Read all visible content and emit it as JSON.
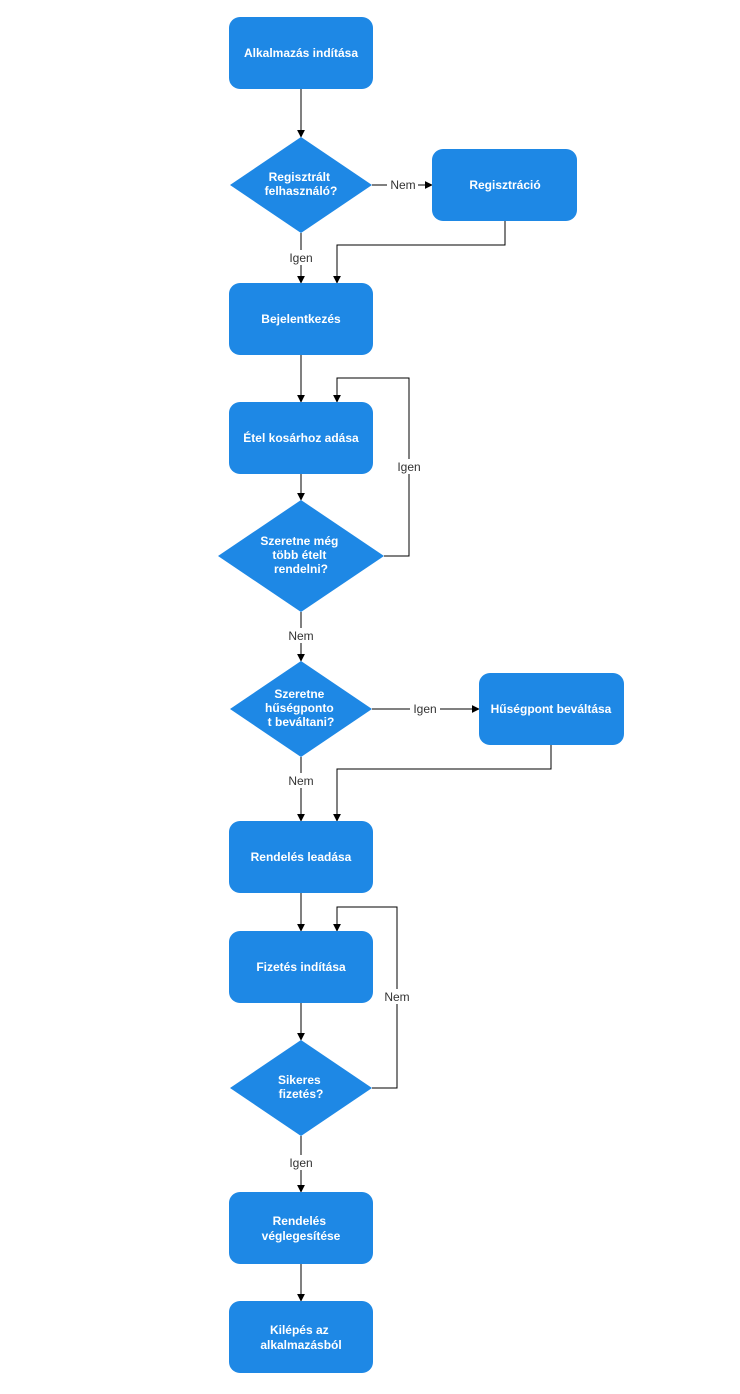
{
  "colors": {
    "node_fill": "#1E88E5",
    "edge": "#000000",
    "label_text": "#333333"
  },
  "nodes": {
    "start": "Alkalmazás indítása",
    "registered_q": [
      "Regisztrált",
      "felhasználó?"
    ],
    "registration": "Regisztráció",
    "login": "Bejelentkezés",
    "add_to_cart": "Étel kosárhoz adása",
    "more_food_q": [
      "Szeretne még",
      "több ételt",
      "rendelni?"
    ],
    "loyalty_q": [
      "Szeretne",
      "hűségponto",
      "t beváltani?"
    ],
    "redeem_points": "Hűségpont beváltása",
    "place_order": "Rendelés leadása",
    "start_payment": "Fizetés indítása",
    "payment_ok_q": [
      "Sikeres",
      "fizetés?"
    ],
    "finalize": [
      "Rendelés",
      "véglegesítése"
    ],
    "exit": [
      "Kilépés az",
      "alkalmazásból"
    ]
  },
  "edge_labels": {
    "registered_no": "Nem",
    "registered_yes": "Igen",
    "more_yes": "Igen",
    "more_no": "Nem",
    "loyalty_yes": "Igen",
    "loyalty_no": "Nem",
    "payment_no": "Nem",
    "payment_yes": "Igen"
  }
}
